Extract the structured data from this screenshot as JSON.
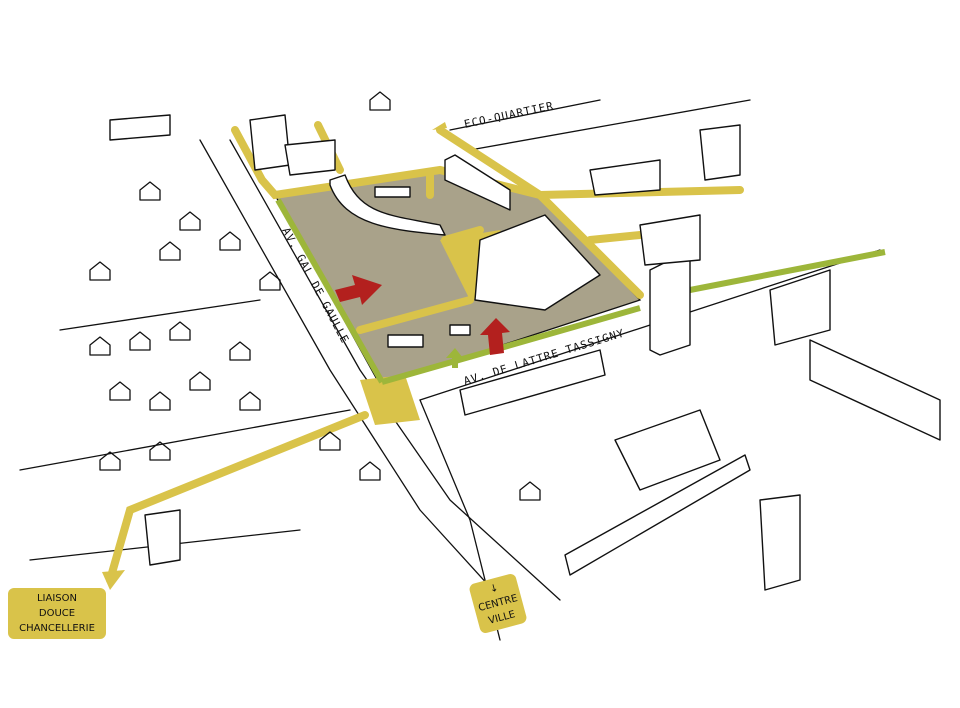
{
  "labels": {
    "eco_quartier": "ECO-QUARTIER",
    "av_de_gaulle": "AV. GAL DE GAULLE",
    "av_de_lattre": "AV. DE LATTRE TASSIGNY",
    "liaison": [
      "LIAISON",
      "DOUCE",
      "CHANCELLERIE"
    ],
    "centre_ville": [
      "CENTRE",
      "VILLE"
    ]
  },
  "colors": {
    "site": "#a9a28a",
    "path": "#d9c34a",
    "green": "#9db63a",
    "arrow": "#b3201e"
  }
}
